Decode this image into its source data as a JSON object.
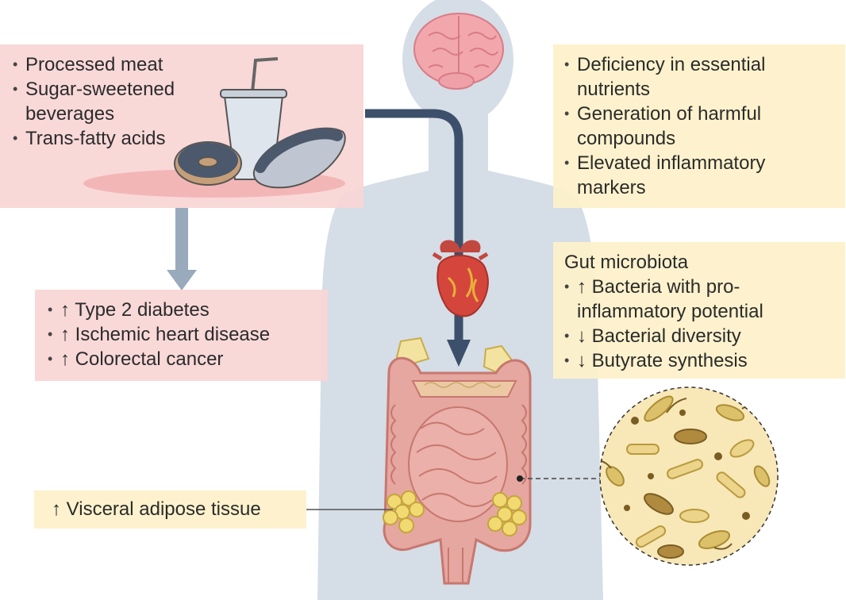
{
  "diet_box": {
    "items": [
      "Processed meat",
      "Sugar-sweetened beverages",
      "Trans-fatty acids"
    ]
  },
  "health_outcomes_box": {
    "items": [
      "↑ Type 2 diabetes",
      "↑ Ischemic heart disease",
      "↑ Colorectal cancer"
    ]
  },
  "mechanisms_box": {
    "items": [
      "Deficiency in essential nutrients",
      "Generation of harmful compounds",
      "Elevated inflammatory markers"
    ]
  },
  "microbiota_box": {
    "heading": "Gut microbiota",
    "items": [
      "↑ Bacteria with pro-inflammatory potential",
      "↓ Bacterial diversity",
      "↓ Butyrate synthesis"
    ]
  },
  "adipose_box": {
    "label": "↑ Visceral adipose tissue"
  },
  "colors": {
    "pink_box": "#f9d5d5",
    "yellow_box": "#fdf1c9",
    "body_silhouette": "#d5dde6",
    "arrow_dark": "#3c4f6b",
    "arrow_light": "#9aaabd",
    "intestine": "#e5a7a0",
    "fat": "#f2da72"
  },
  "icons": [
    "brain",
    "heart",
    "intestine",
    "fat-deposit",
    "microbe-lens",
    "soda-cup",
    "donut",
    "hot-dog"
  ]
}
